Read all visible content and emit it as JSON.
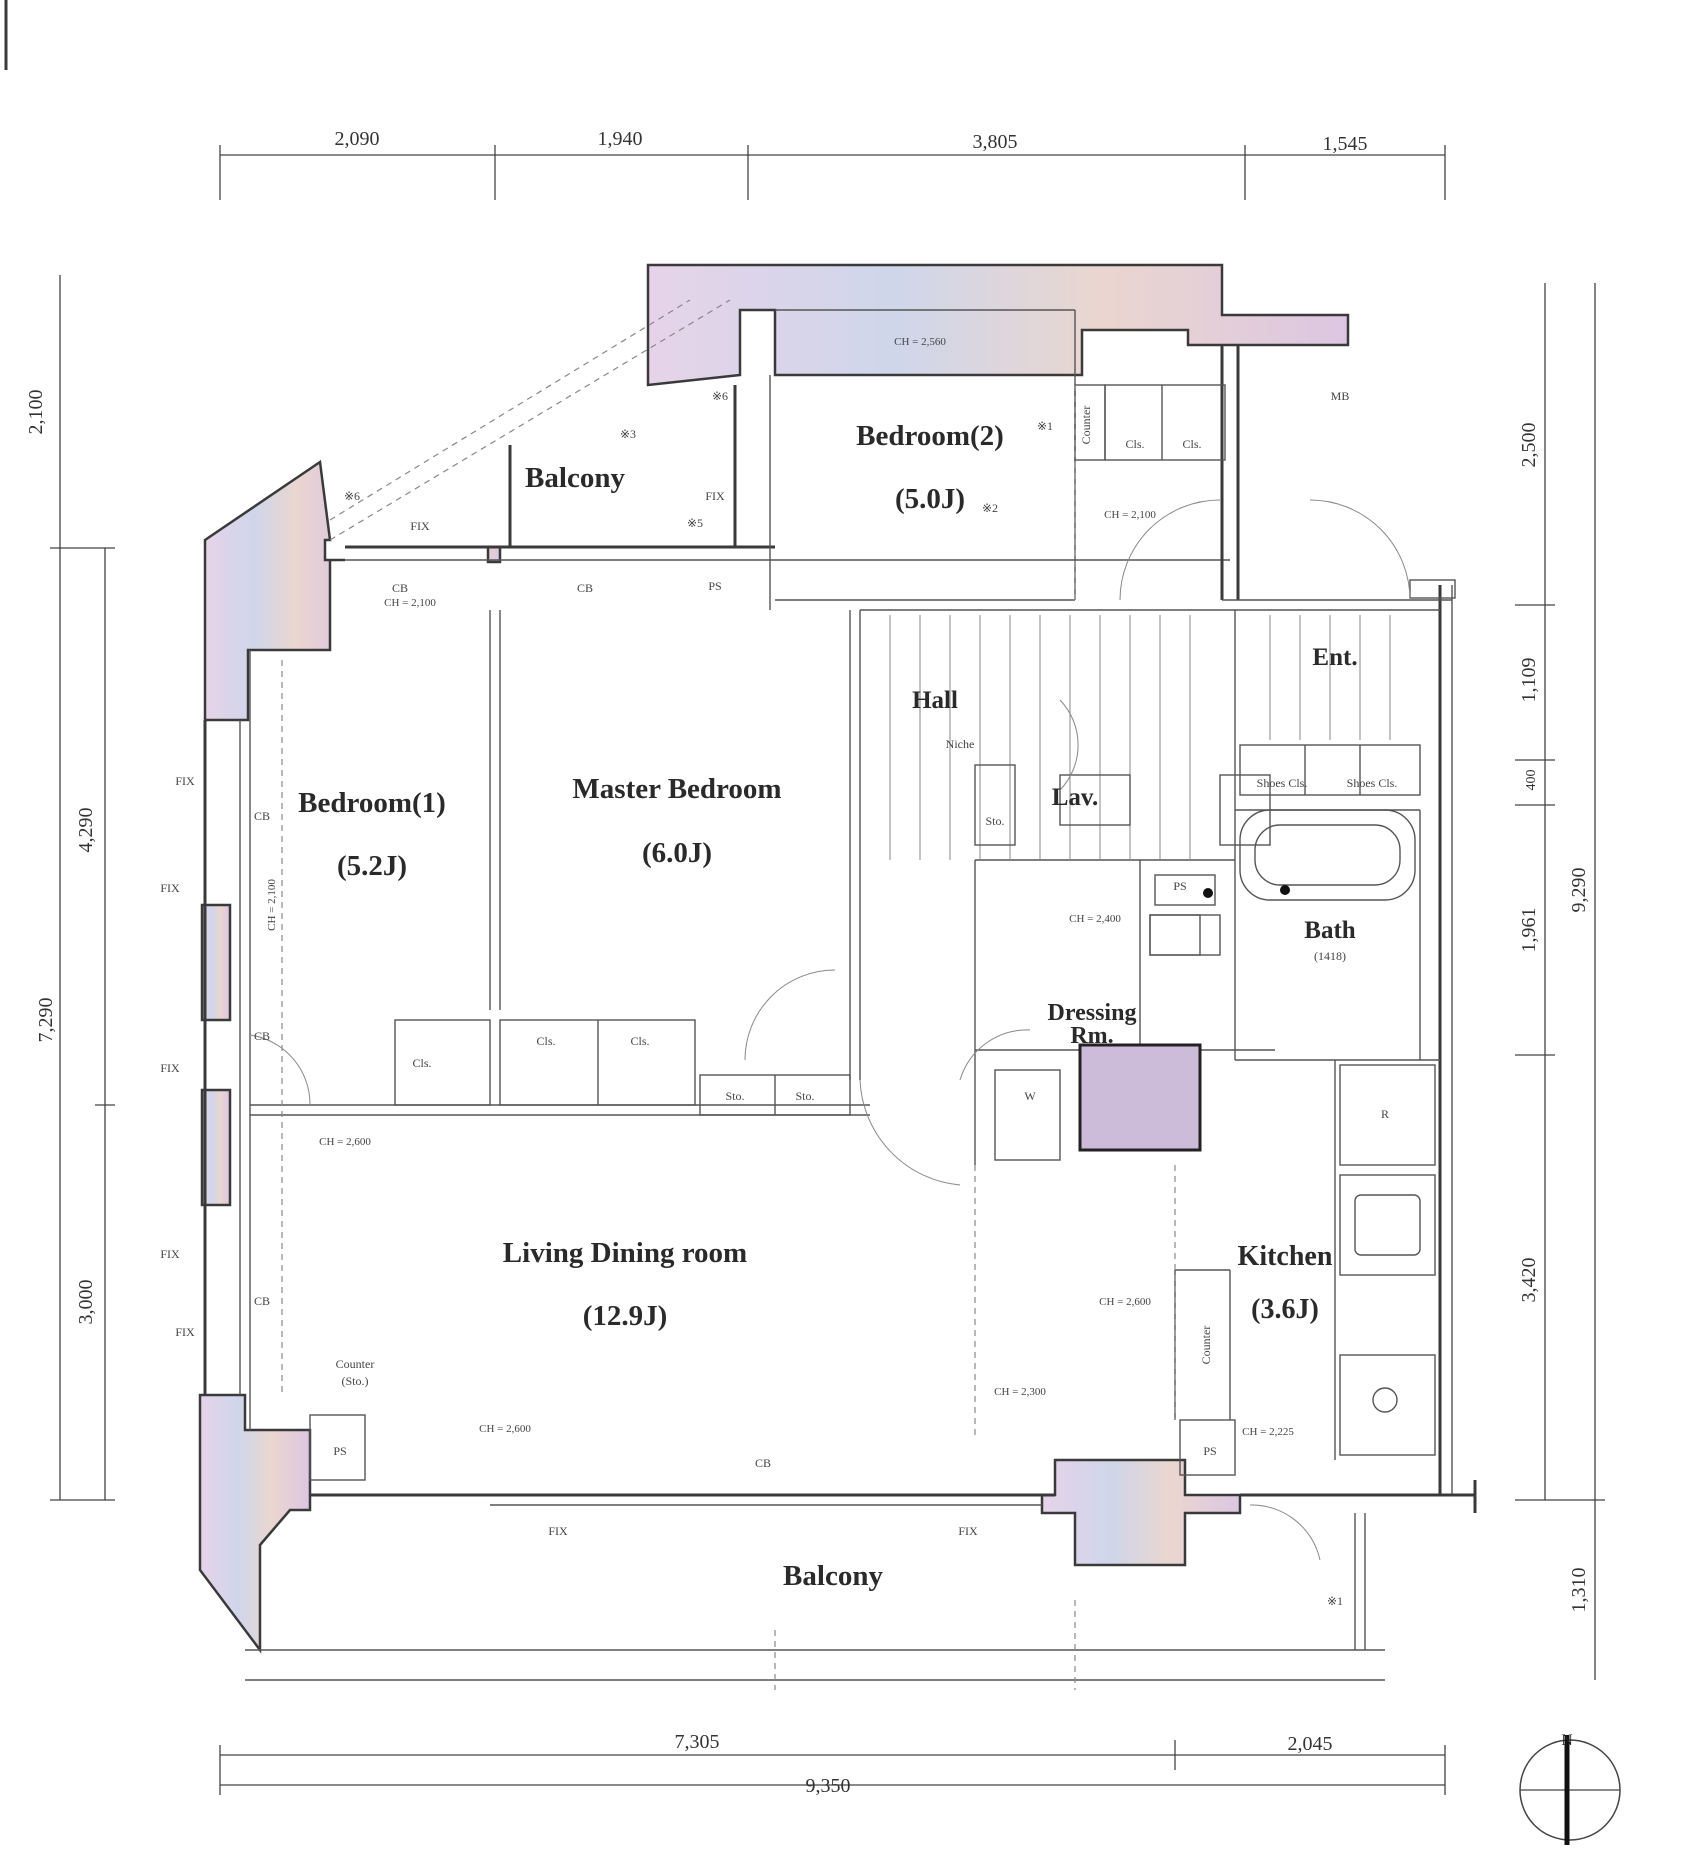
{
  "rooms": {
    "bedroom1": {
      "name": "Bedroom(1)",
      "size": "(5.2J)"
    },
    "bedroom2": {
      "name": "Bedroom(2)",
      "size": "(5.0J)"
    },
    "master": {
      "name": "Master Bedroom",
      "size": "(6.0J)"
    },
    "living": {
      "name": "Living Dining room",
      "size": "(12.9J)"
    },
    "kitchen": {
      "name": "Kitchen",
      "size": "(3.6J)"
    },
    "bath": {
      "name": "Bath",
      "size": "(1418)"
    },
    "dressing": {
      "name": "Dressing",
      "suffix": "Rm."
    },
    "hall": "Hall",
    "entrance": "Ent.",
    "lav": "Lav.",
    "balcony_top": "Balcony",
    "balcony_bottom": "Balcony"
  },
  "labels": {
    "niche": "Niche",
    "mb": "MB",
    "shoes1": "Shoes Cls.",
    "shoes2": "Shoes Cls.",
    "cls": "Cls.",
    "sto": "Sto.",
    "ps": "PS",
    "cb": "CB",
    "fix": "FIX",
    "counter": "Counter",
    "counter_sto1": "Counter",
    "counter_sto2": "(Sto.)",
    "w": "W",
    "r": "R",
    "ch_2560": "CH = 2,560",
    "ch_2100": "CH = 2,100",
    "ch_2400": "CH = 2,400",
    "ch_2600": "CH = 2,600",
    "ch_2300": "CH = 2,300",
    "ch_2225": "CH = 2,225",
    "mark1": "※1",
    "mark2": "※2",
    "mark3": "※3",
    "mark5": "※5",
    "mark6": "※6"
  },
  "dimensions": {
    "top": [
      "2,090",
      "1,940",
      "3,805",
      "1,545"
    ],
    "bottom": [
      "7,305",
      "2,045"
    ],
    "bottom_total": "9,350",
    "left": [
      "2,100",
      "4,290",
      "7,290",
      "3,000"
    ],
    "right": [
      "2,500",
      "1,109",
      "400",
      "1,961",
      "9,290",
      "3,420",
      "1,310"
    ]
  },
  "colors": {
    "wall_fill": "#d9c8e0",
    "wall_stroke": "#3a3a3a",
    "line": "#555555"
  }
}
